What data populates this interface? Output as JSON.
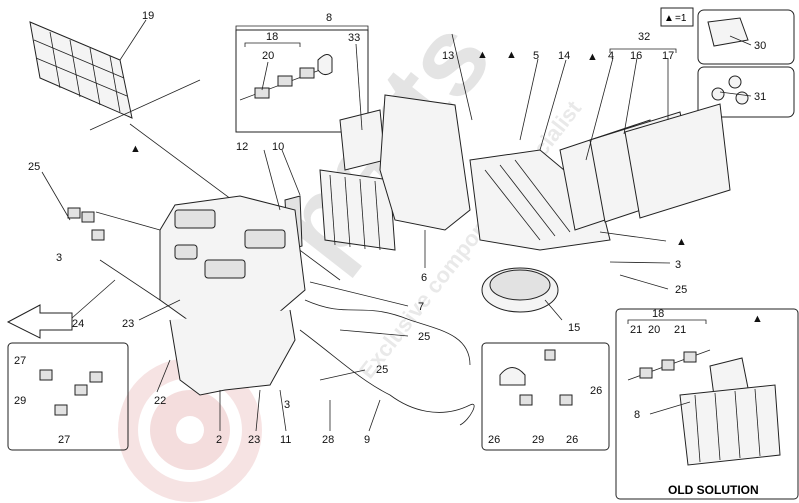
{
  "diagram": {
    "legend": {
      "symbol": "▲",
      "text": "=1"
    },
    "old_solution_label": "OLD SOLUTION",
    "watermark": {
      "brand": "parts",
      "tagline": "Exclusive components specialist"
    },
    "callouts": [
      "19",
      "8",
      "18",
      "20",
      "33",
      "13",
      "1",
      "5",
      "14",
      "32",
      "4",
      "16",
      "17",
      "30",
      "31",
      "12",
      "10",
      "25",
      "1",
      "6",
      "3",
      "25",
      "15",
      "7",
      "25",
      "23",
      "24",
      "3",
      "25",
      "22",
      "2",
      "23",
      "11",
      "3",
      "28",
      "9",
      "27",
      "29",
      "27",
      "1",
      "18",
      "21",
      "20",
      "21",
      "8",
      "26",
      "29",
      "26",
      "26"
    ]
  }
}
